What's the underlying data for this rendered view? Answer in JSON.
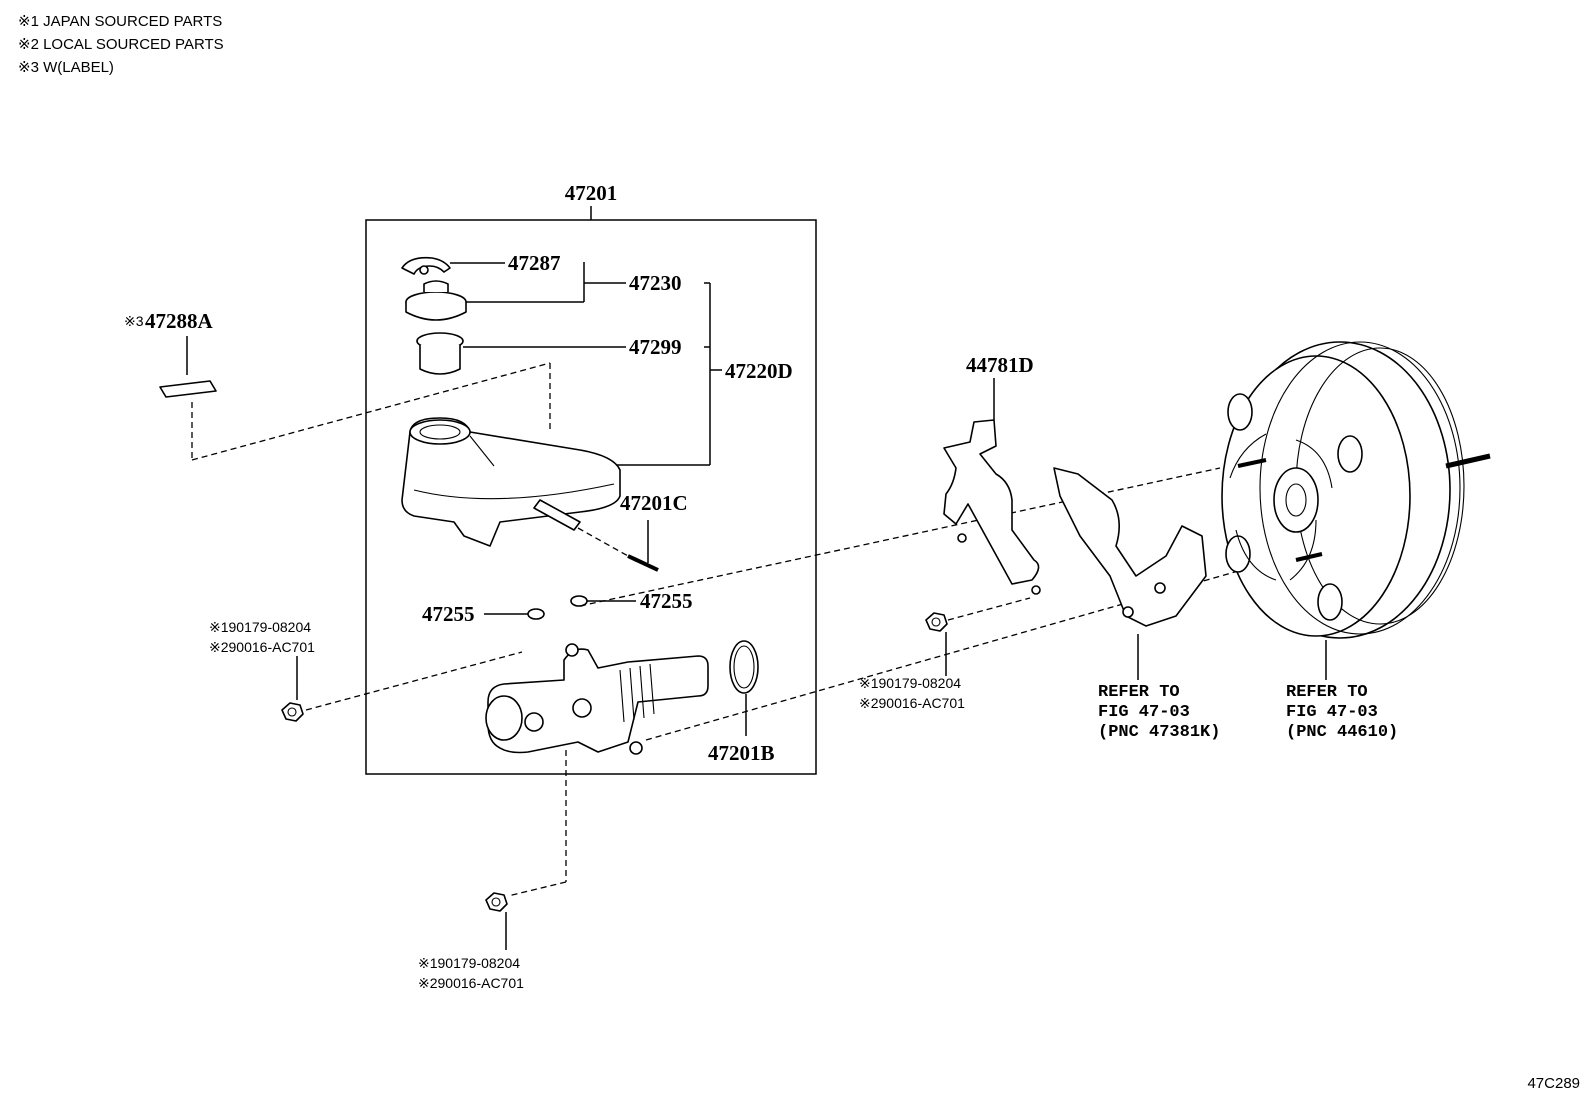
{
  "legend": [
    "※1 JAPAN SOURCED PARTS",
    "※2 LOCAL SOURCED PARTS",
    "※3 W(LABEL)"
  ],
  "figure_id": "47C289",
  "parts": {
    "p47201": "47201",
    "p47287": "47287",
    "p47230": "47230",
    "p47299": "47299",
    "p47220D": "47220D",
    "p47201C": "47201C",
    "p47255_left": "47255",
    "p47255_right": "47255",
    "p47201B": "47201B",
    "p47288A": "47288A",
    "p47288A_mark": "※3",
    "p44781D": "44781D"
  },
  "nut_refs": {
    "left": {
      "line1": "※190179-08204",
      "line2": "※290016-AC701"
    },
    "middle": {
      "line1": "※190179-08204",
      "line2": "※290016-AC701"
    },
    "bottom": {
      "line1": "※190179-08204",
      "line2": "※290016-AC701"
    }
  },
  "refer_bracket": {
    "line1": "REFER TO",
    "line2": "FIG 47-03",
    "line3": "(PNC 47381K)"
  },
  "refer_booster": {
    "line1": "REFER TO",
    "line2": "FIG 47-03",
    "line3": "(PNC 44610)"
  }
}
